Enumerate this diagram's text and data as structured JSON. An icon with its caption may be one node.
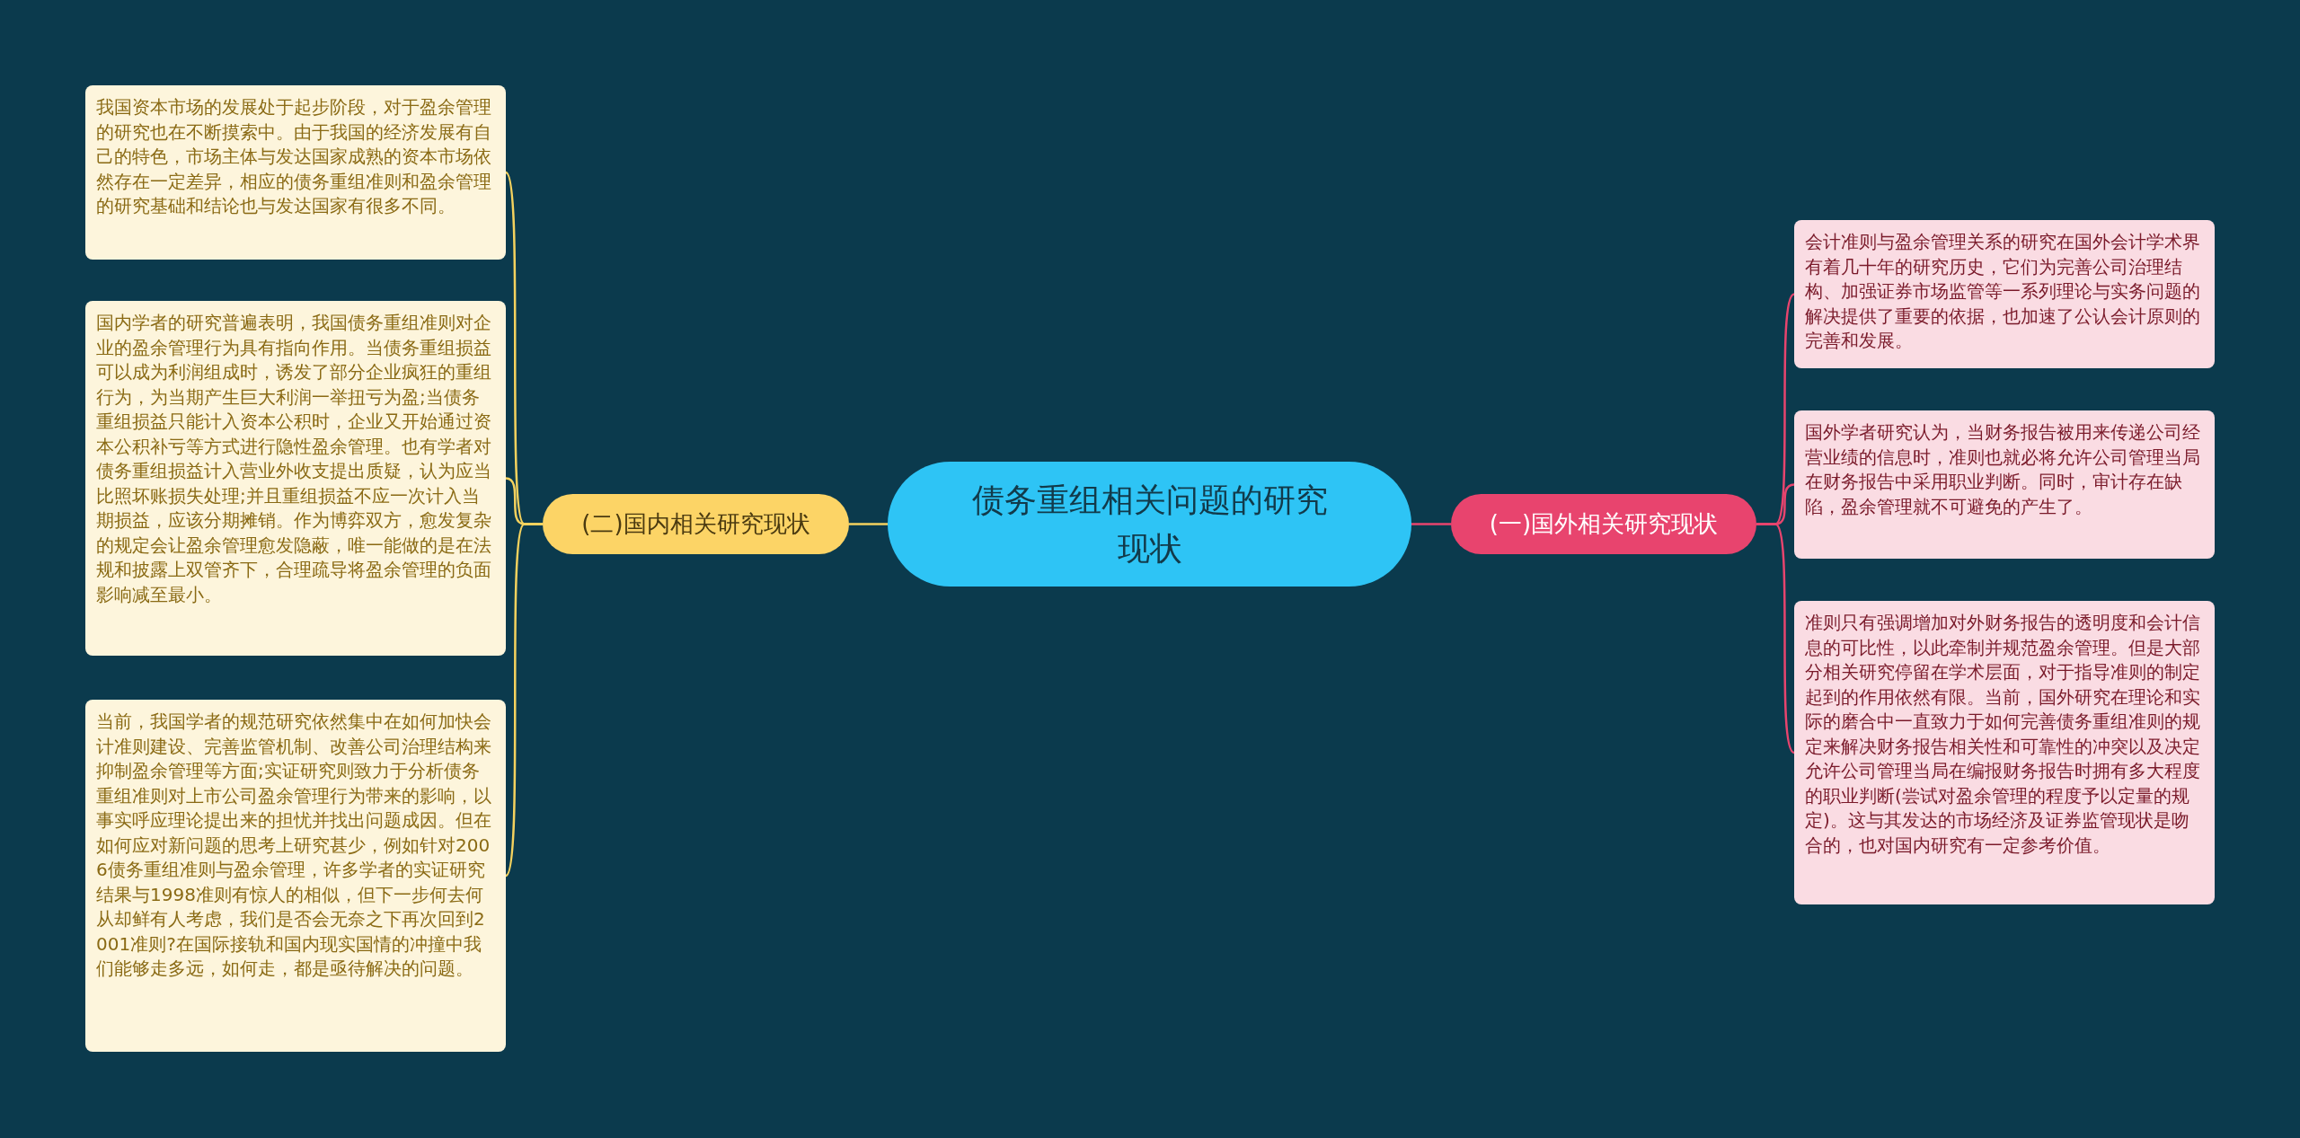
{
  "diagram": {
    "nodes": [
      {
        "text": [
          "债务重组相关问题的研究现状"
        ]
      },
      {
        "text": [
          "(二)国内相关研究现状"
        ]
      },
      {
        "text": [
          "我国资本市场的发展处于起步阶段，对于盈余管理的研究也在不断摸索中。由于我国的经济发展有自己的特色，市场主体与发达国家成熟的资本市场依然存在一定差异，相应的债务重组准则和盈余管理的研究基础和结论也与发达国家有很多不同。"
        ]
      },
      {
        "text": [
          "国内学者的研究普遍表明，我国债务重组准则对企业的盈余管理行为具有指向作用。当债务重组损益可以成为利润组成时，诱发了部分企业疯狂的重组行为，为当期产生巨大利润一举扭亏为盈;当债务重组损益只能计入资本公积时，企业又开始通过资本公积补亏等方式进行隐性盈余管理。也有学者对债务重组损益计入营业外收支提出质疑，认为应当比照坏账损失处理;并且重组损益不应一次计入当期损益，应该分期摊销。作为博弈双方，愈发复杂的规定会让盈余管理愈发隐蔽，唯一能做的是在法规和披露上双管齐下，合理疏导将盈余管理的负面影响减至最小。"
        ]
      },
      {
        "text": [
          "当前，我国学者的规范研究依然集中在如何加快会计准则建设、完善监管机制、改善公司治理结构来抑制盈余管理等方面;实证研究则致力于分析债务重组准则对上市公司盈余管理行为带来的影响，以事实呼应理论提出来的担忧并找出问题成因。但在如何应对新问题的思考上研究甚少，例如针对2006债务重组准则与盈余管理，许多学者的实证研究结果与1998准则有惊人的相似，但下一步何去何从却鲜有人考虑，我们是否会无奈之下再次回到2001准则?在国际接轨和国内现实国情的冲撞中我们能够走多远，如何走，都是亟待解决的问题。"
        ]
      },
      {
        "text": [
          "(一)国外相关研究现状"
        ]
      },
      {
        "text": [
          "会计准则与盈余管理关系的研究在国外会计学术界有着几十年的研究历史，它们为完善公司治理结构、加强证券市场监管等一系列理论与实务问题的解决提供了重要的依据，也加速了公认会计原则的完善和发展。"
        ]
      },
      {
        "text": [
          "国外学者研究认为，当财务报告被用来传递公司经营业绩的信息时，准则也就必将允许公司管理当局在财务报告中采用职业判断。同时，审计存在缺陷，盈余管理就不可避免的产生了。"
        ]
      },
      {
        "text": [
          "准则只有强调增加对外财务报告的透明度和会计信息的可比性，以此牵制并规范盈余管理。但是大部分相关研究停留在学术层面，对于指导准则的制定起到的作用依然有限。当前，国外研究在理论和实际的磨合中一直致力于如何完善债务重组准则的规定来解决财务报告相关性和可靠性的冲突以及决定允许公司管理当局在编报财务报告时拥有多大程度的职业判断(尝试对盈余管理的程度予以定量的规定)。这与其发达的市场经济及证券监管现状是吻合的，也对国内研究有一定参考价值。"
        ]
      }
    ],
    "edges": [
      {
        "from": 0,
        "to": 1,
        "arrow": "none",
        "color": "#f5d25e"
      },
      {
        "from": 1,
        "to": 2,
        "arrow": "none",
        "color": "#f5d25e"
      },
      {
        "from": 1,
        "to": 3,
        "arrow": "none",
        "color": "#f5d25e"
      },
      {
        "from": 1,
        "to": 4,
        "arrow": "none",
        "color": "#f5d25e"
      },
      {
        "from": 0,
        "to": 5,
        "arrow": "none",
        "color": "#e8446e"
      },
      {
        "from": 5,
        "to": 6,
        "arrow": "none",
        "color": "#e8446e"
      },
      {
        "from": 5,
        "to": 7,
        "arrow": "none",
        "color": "#e8446e"
      },
      {
        "from": 5,
        "to": 8,
        "arrow": "none",
        "color": "#e8446e"
      }
    ]
  }
}
